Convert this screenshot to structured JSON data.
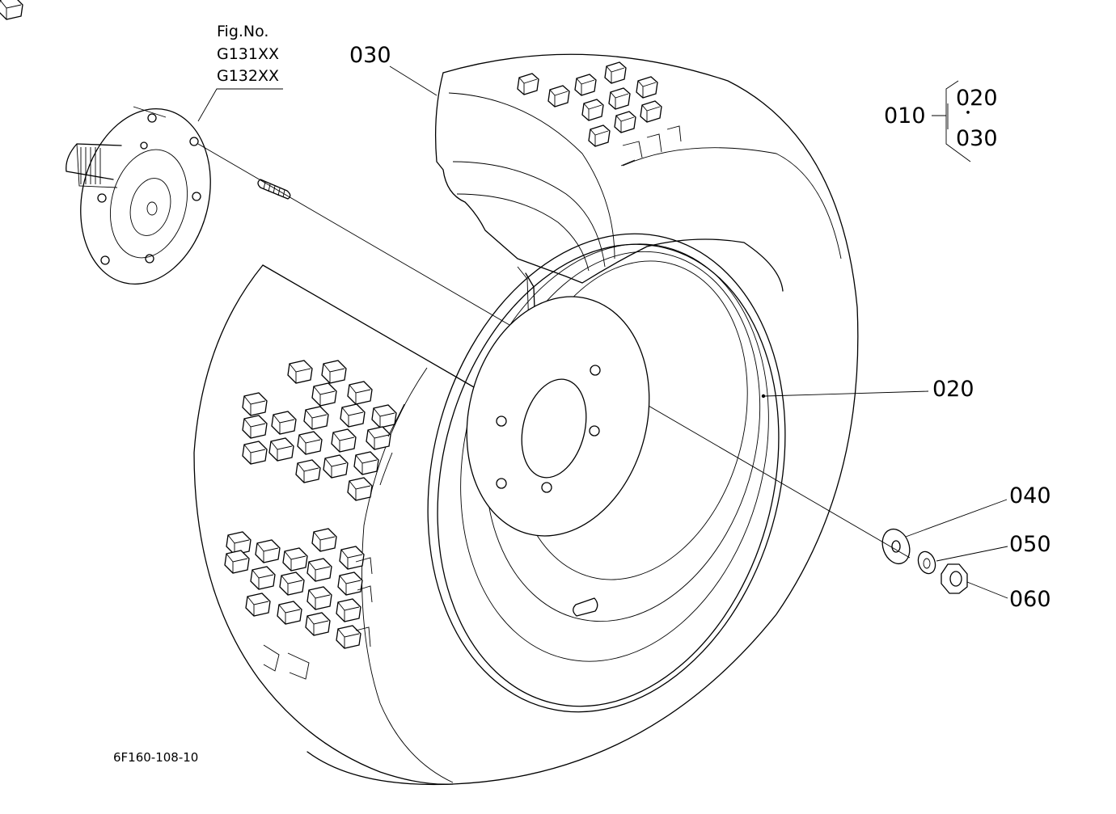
{
  "figure": {
    "label": "Fig.No.",
    "numbers": [
      "G131XX",
      "G132XX"
    ]
  },
  "callouts": {
    "p010": "010",
    "p020": "020",
    "p030": "030",
    "p040": "040",
    "p050": "050",
    "p060": "060",
    "group_020": "020",
    "group_dot": "・",
    "group_030": "030"
  },
  "drawing_code": "6F160-108-10"
}
